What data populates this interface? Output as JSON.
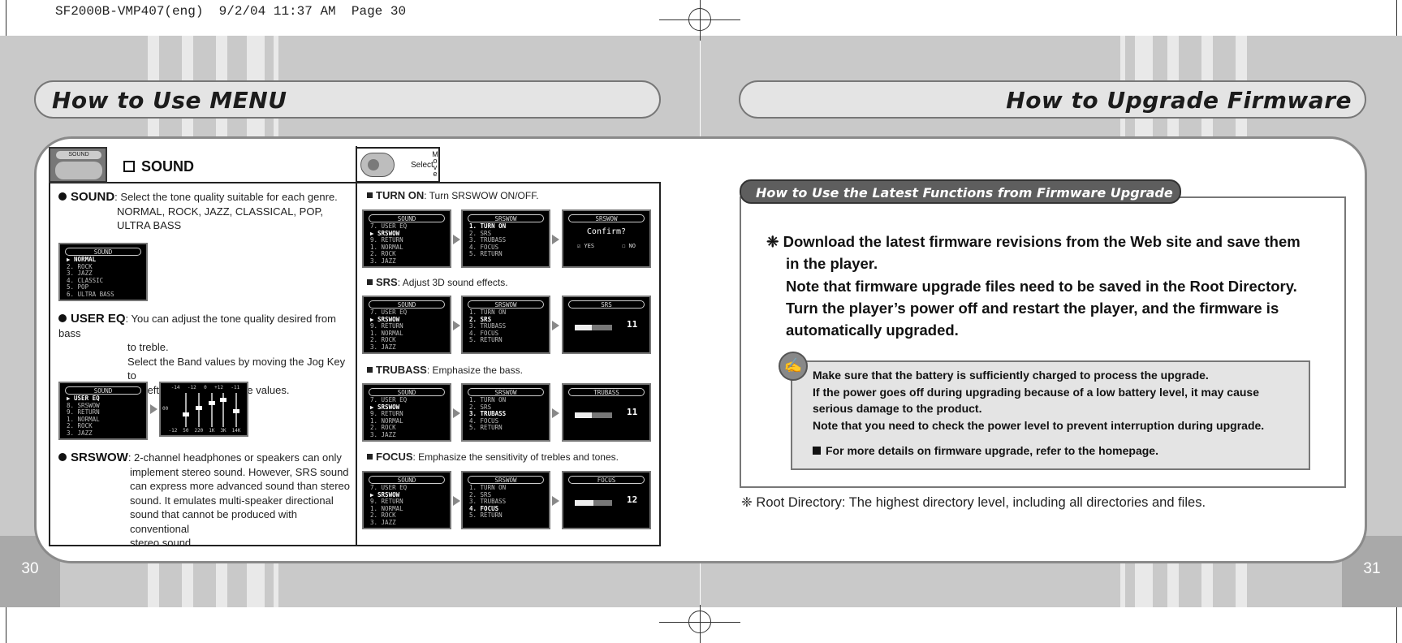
{
  "print_header": "SF2000B-VMP407(eng)  9/2/04 11:37 AM  Page 30",
  "left_page": {
    "title": "How to Use MENU",
    "page_number": "30",
    "sound_thumb_label": "SOUND",
    "section_title": "SOUND",
    "select_label": "Select",
    "move_label": [
      "M",
      "o",
      "v",
      "e"
    ],
    "items": [
      {
        "term": "SOUND",
        "lines": [
          ": Select the tone quality suitable for each genre.",
          "NORMAL, ROCK, JAZZ, CLASSICAL, POP,",
          "ULTRA BASS"
        ]
      },
      {
        "term": "USER EQ",
        "lines": [
          ": You can adjust the tone quality desired from bass",
          "to treble.",
          "Select the Band values by moving the Jog Key to",
          "the left or right, and set the values."
        ]
      },
      {
        "term": "SRSWOW",
        "lines": [
          ": 2-channel headphones or speakers can only",
          "implement stereo sound. However, SRS sound",
          "can express more advanced sound than stereo",
          "sound. It emulates multi-speaker directional",
          "sound that cannot be produced with conventional",
          "stereo sound."
        ]
      }
    ],
    "sound_menu_screen": {
      "title": "SOUND",
      "lines": [
        "NORMAL",
        "2. ROCK",
        "3. JAZZ",
        "4. CLASSIC",
        "5. POP",
        "6. ULTRA BASS"
      ]
    },
    "usereq_menu_screen": {
      "title": "SOUND",
      "lines": [
        "USER EQ",
        "8. SRSWOW",
        "9. RETURN",
        "1. NORMAL",
        "2. ROCK",
        "3. JAZZ"
      ]
    },
    "eq_screen": {
      "top_labels": [
        "-14",
        "-12",
        "0",
        "+12",
        "-11"
      ],
      "bottom_labels": [
        "-12",
        "50",
        "220",
        "1K",
        "3K",
        "14K"
      ],
      "side_label": "00"
    },
    "sections": [
      {
        "term": "TURN ON",
        "desc": ": Turn SRSWOW ON/OFF.",
        "screens": [
          {
            "title": "SOUND",
            "lines": [
              "7. USER EQ",
              "SRSWOW",
              "9. RETURN",
              "1. NORMAL",
              "2. ROCK",
              "3. JAZZ"
            ]
          },
          {
            "title": "SRSWOW",
            "lines": [
              "1. TURN ON",
              "2. SRS",
              "3. TRUBASS",
              "4. FOCUS",
              "5. RETURN"
            ]
          },
          {
            "title": "SRSWOW",
            "confirm": "Confirm?",
            "yes": "YES",
            "no": "NO"
          }
        ]
      },
      {
        "term": "SRS",
        "desc": ": Adjust 3D sound effects.",
        "screens": [
          {
            "title": "SOUND",
            "lines": [
              "7. USER EQ",
              "SRSWOW",
              "9. RETURN",
              "1. NORMAL",
              "2. ROCK",
              "3. JAZZ"
            ]
          },
          {
            "title": "SRSWOW",
            "lines": [
              "1. TURN ON",
              "2. SRS",
              "3. TRUBASS",
              "4. FOCUS",
              "5. RETURN"
            ]
          },
          {
            "title": "SRS",
            "value": "11",
            "level": 0.45
          }
        ]
      },
      {
        "term": "TRUBASS",
        "desc": ": Emphasize the bass.",
        "screens": [
          {
            "title": "SOUND",
            "lines": [
              "7. USER EQ",
              "SRSWOW",
              "9. RETURN",
              "1. NORMAL",
              "2. ROCK",
              "3. JAZZ"
            ]
          },
          {
            "title": "SRSWOW",
            "lines": [
              "1. TURN ON",
              "2. SRS",
              "3. TRUBASS",
              "4. FOCUS",
              "5. RETURN"
            ]
          },
          {
            "title": "TRUBASS",
            "value": "11",
            "level": 0.45
          }
        ]
      },
      {
        "term": "FOCUS",
        "desc": ": Emphasize the sensitivity of trebles and tones.",
        "screens": [
          {
            "title": "SOUND",
            "lines": [
              "7. USER EQ",
              "SRSWOW",
              "9. RETURN",
              "1. NORMAL",
              "2. ROCK",
              "3. JAZZ"
            ]
          },
          {
            "title": "SRSWOW",
            "lines": [
              "1. TURN ON",
              "2. SRS",
              "3. TRUBASS",
              "4. FOCUS",
              "5. RETURN"
            ]
          },
          {
            "title": "FOCUS",
            "value": "12",
            "level": 0.5
          }
        ]
      }
    ]
  },
  "right_page": {
    "title": "How to Upgrade Firmware",
    "page_number": "31",
    "box_title": "How to Use the Latest Functions from Firmware Upgrade",
    "main_lines": [
      "❈ Download the latest firmware revisions from the Web site and save them",
      "in the player.",
      "Note that firmware upgrade files need to be saved in the Root Directory.",
      "Turn the player’s power off and restart the player, and the firmware is",
      "automatically upgraded."
    ],
    "note_lines": [
      "Make sure that the battery is sufficiently charged to process the upgrade.",
      "If the power goes off during upgrading because of a low battery level, it may cause",
      "serious damage to the product.",
      "Note that you need to check the power level to prevent interruption during upgrade."
    ],
    "note_more": "For more details on firmware upgrade, refer to the homepage.",
    "footnote": "❈ Root Directory: The highest directory level, including all directories and files."
  }
}
